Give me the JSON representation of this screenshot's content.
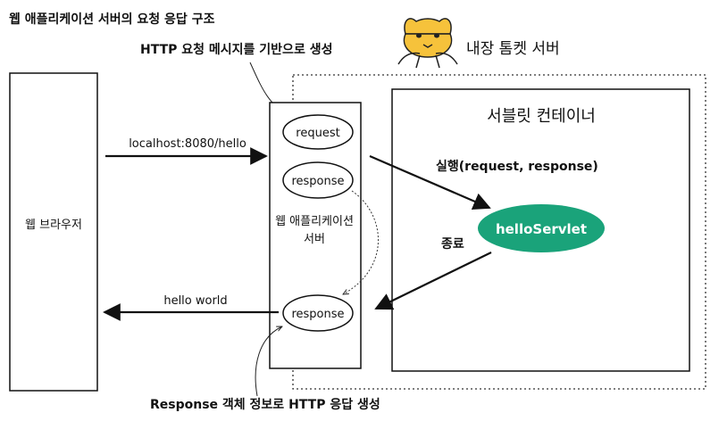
{
  "title": "웹 애플리케이션 서버의 요청 응답 구조",
  "annotations": {
    "top": "HTTP 요청 메시지를 기반으로 생성",
    "bottom": "Response 객체 정보로 HTTP 응답 생성"
  },
  "tomcat_label": "내장 톰켓 서버",
  "browser_label": "웹 브라우저",
  "request_url": "localhost:8080/hello",
  "response_body": "hello world",
  "was": {
    "label_line1": "웹 애플리케이션",
    "label_line2": "서버",
    "request_obj": "request",
    "response_obj_top": "response",
    "response_obj_bottom": "response"
  },
  "servlet_container": {
    "title": "서블릿 컨테이너",
    "execute_label": "실행(request, response)",
    "servlet_name": "helloServlet",
    "end_label": "종료",
    "servlet_color": "#1aa37a"
  }
}
